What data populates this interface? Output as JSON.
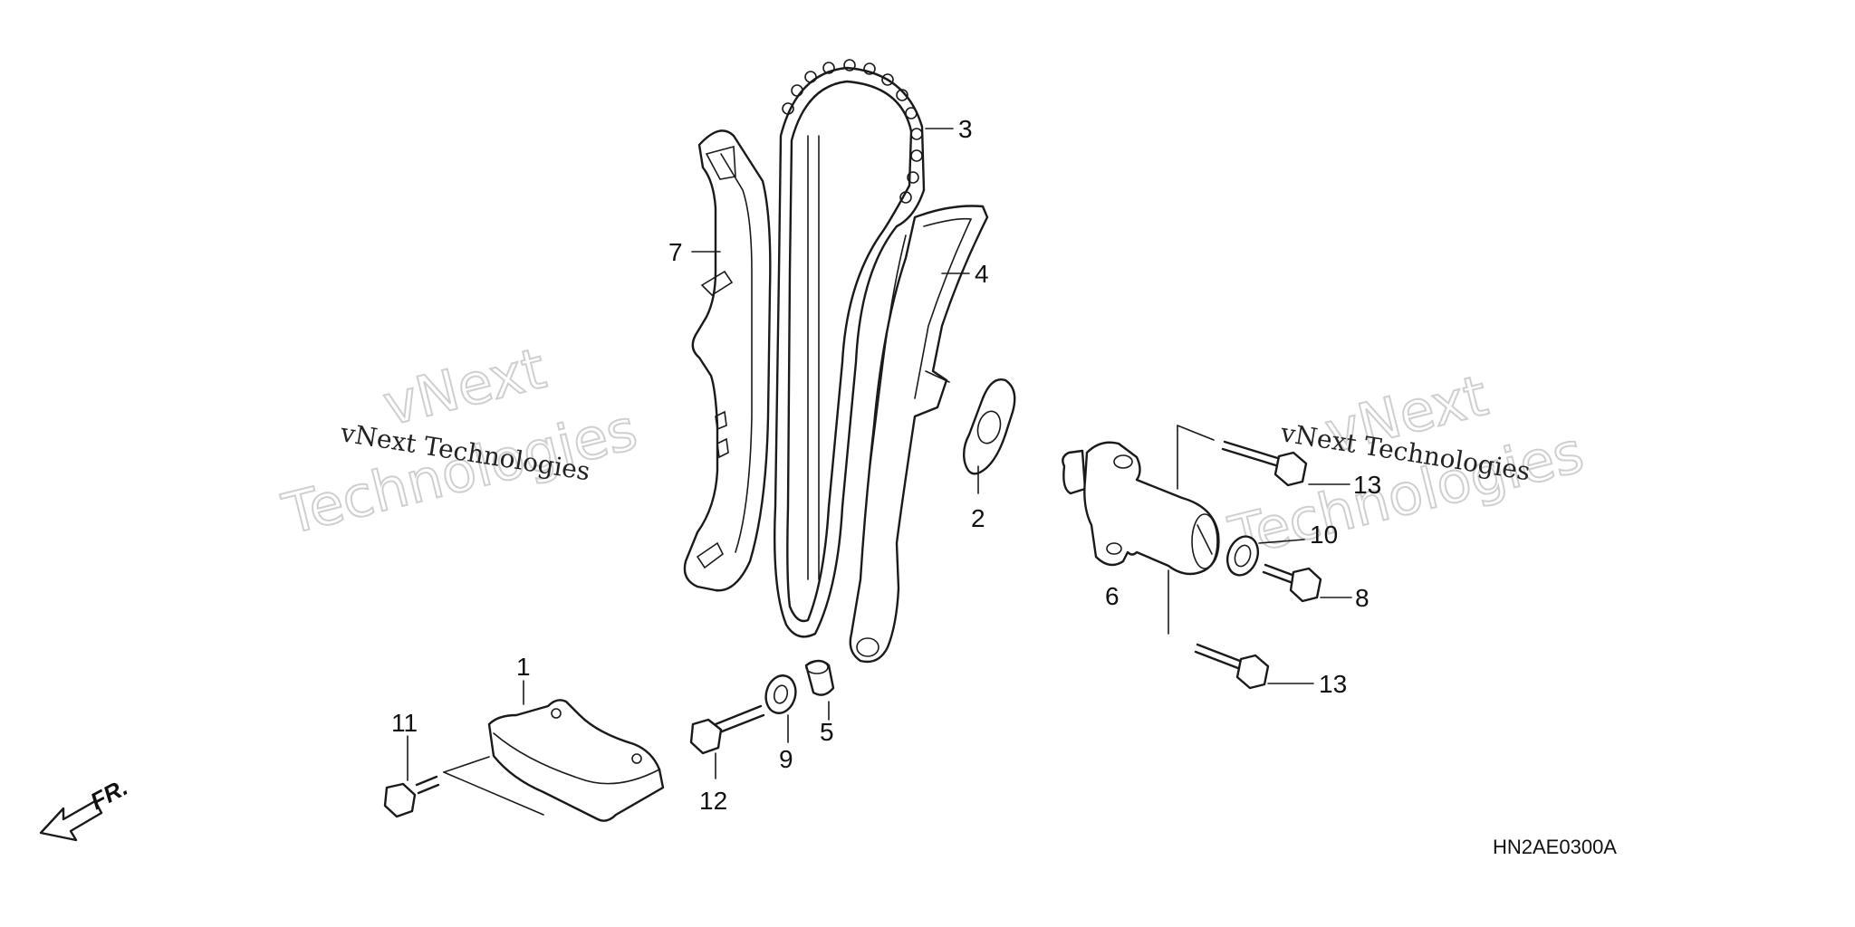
{
  "diagram": {
    "code": "HN2AE0300A",
    "front_marker": "FR.",
    "callouts": [
      {
        "id": "c1",
        "label": "1"
      },
      {
        "id": "c2",
        "label": "2"
      },
      {
        "id": "c3",
        "label": "3"
      },
      {
        "id": "c4",
        "label": "4"
      },
      {
        "id": "c5",
        "label": "5"
      },
      {
        "id": "c6",
        "label": "6"
      },
      {
        "id": "c7",
        "label": "7"
      },
      {
        "id": "c8",
        "label": "8"
      },
      {
        "id": "c9",
        "label": "9"
      },
      {
        "id": "c10",
        "label": "10"
      },
      {
        "id": "c11",
        "label": "11"
      },
      {
        "id": "c12",
        "label": "12"
      },
      {
        "id": "c13a",
        "label": "13"
      },
      {
        "id": "c13b",
        "label": "13"
      }
    ]
  },
  "watermark": {
    "line_company": "vNext Technologies",
    "line_top": "vNext",
    "line_bottom": "Technologies"
  }
}
